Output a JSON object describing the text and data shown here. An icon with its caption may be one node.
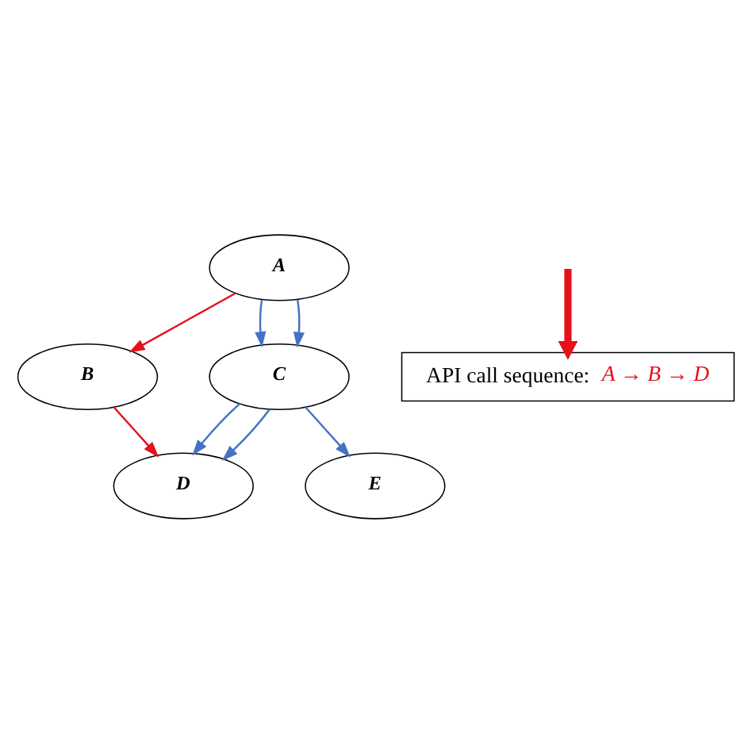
{
  "diagram": {
    "nodes": [
      {
        "text": [
          "A"
        ]
      },
      {
        "text": [
          "B"
        ]
      },
      {
        "text": [
          "C"
        ]
      },
      {
        "text": [
          "D"
        ]
      },
      {
        "text": [
          "E"
        ]
      },
      {
        "text": [
          "API call sequence:",
          "A → B → D"
        ]
      }
    ],
    "edges": [
      {
        "from": 0,
        "to": 1,
        "arrow": "to",
        "color": "#e3121b"
      },
      {
        "from": 0,
        "to": 2,
        "arrow": "to"
      },
      {
        "from": 0,
        "to": 2,
        "arrow": "to"
      },
      {
        "from": 1,
        "to": 3,
        "arrow": "to",
        "color": "#e3121b"
      },
      {
        "from": 2,
        "to": 3,
        "arrow": "to"
      },
      {
        "from": 2,
        "to": 3,
        "arrow": "to"
      },
      {
        "from": 2,
        "to": 4,
        "arrow": "to"
      },
      {
        "from": null,
        "to": 5,
        "arrow": "to",
        "style": "thick",
        "color": "#e3121b"
      }
    ]
  }
}
